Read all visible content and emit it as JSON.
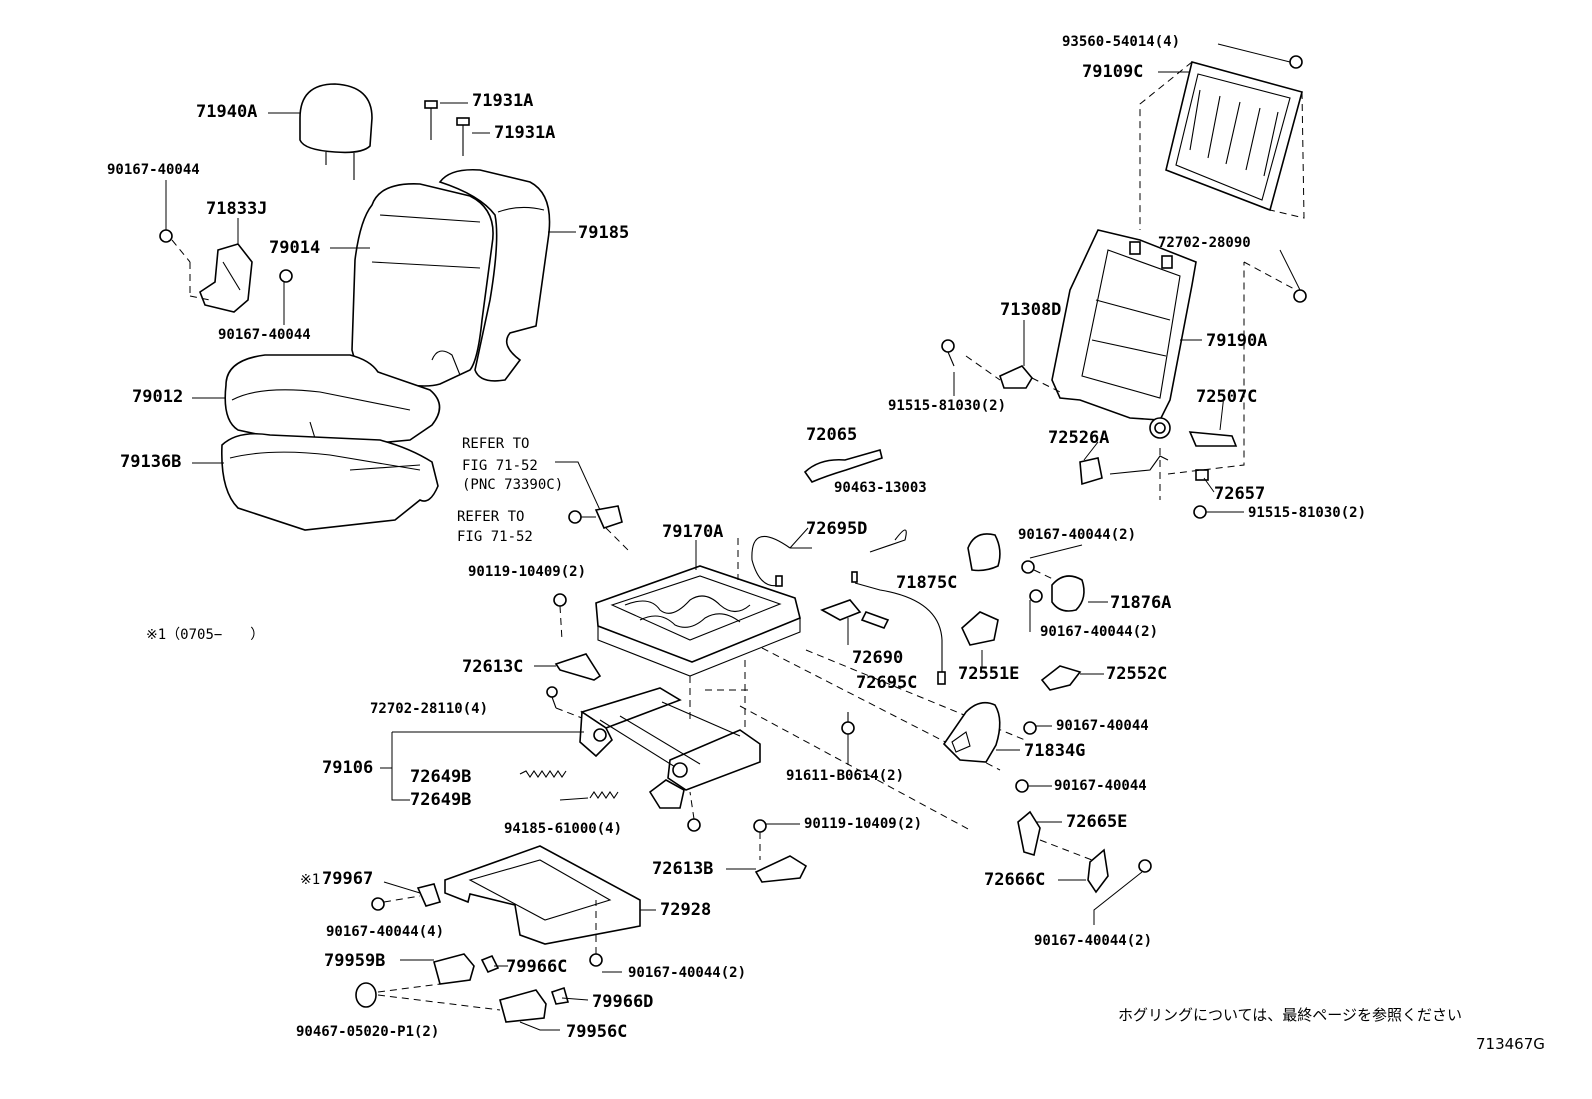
{
  "diagram_id": "713467G",
  "note_jp": "ホグリングについては、最終ページを参照ください",
  "range_note": "※1（0705−　　）",
  "refer_a": [
    "REFER TO",
    "FIG 71-52",
    "(PNC 73390C)"
  ],
  "refer_b": [
    "REFER TO",
    "FIG 71-52"
  ],
  "labels": {
    "p71940A": "71940A",
    "p71931A_1": "71931A",
    "p71931A_2": "71931A",
    "p90167_a": "90167-40044",
    "p71833J": "71833J",
    "p79014": "79014",
    "p79185": "79185",
    "p90167_b": "90167-40044",
    "p79012": "79012",
    "p79136B": "79136B",
    "p93560": "93560-54014(4)",
    "p79109C": "79109C",
    "p72702_28090": "72702-28090",
    "p71308D": "71308D",
    "p79190A": "79190A",
    "p91515_a": "91515-81030(2)",
    "p72507C": "72507C",
    "p72526A": "72526A",
    "p72657": "72657",
    "p91515_b": "91515-81030(2)",
    "p72065": "72065",
    "p90463": "90463-13003",
    "p72695D": "72695D",
    "p79170A": "79170A",
    "p90119_a": "90119-10409(2)",
    "p71875C": "71875C",
    "p90167_2a": "90167-40044(2)",
    "p71876A": "71876A",
    "p90167_2b": "90167-40044(2)",
    "p72613C": "72613C",
    "p72690": "72690",
    "p72695C": "72695C",
    "p72551E": "72551E",
    "p72552C": "72552C",
    "p72702_28110": "72702-28110(4)",
    "p90167_c": "90167-40044",
    "p71834G": "71834G",
    "p79106": "79106",
    "p72649B_1": "72649B",
    "p72649B_2": "72649B",
    "p91611": "91611-B0614(2)",
    "p90167_d": "90167-40044",
    "p94185": "94185-61000(4)",
    "p90119_b": "90119-10409(2)",
    "p72665E": "72665E",
    "p72613B": "72613B",
    "p72666C": "72666C",
    "p79967": "79967",
    "p79967_mark": "※1",
    "p72928": "72928",
    "p90167_4": "90167-40044(4)",
    "p90167_2c": "90167-40044(2)",
    "p79959B": "79959B",
    "p79966C": "79966C",
    "p90167_2d": "90167-40044(2)",
    "p79966D": "79966D",
    "p90467": "90467-05020-P1(2)",
    "p79956C": "79956C"
  },
  "colors": {
    "ink": "#000000",
    "paper": "#ffffff"
  }
}
